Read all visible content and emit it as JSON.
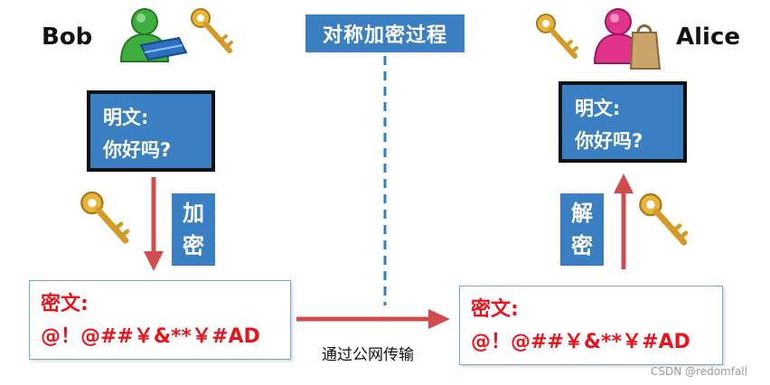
{
  "title": "对称加密过程",
  "bob": {
    "name": "Bob",
    "plaintext_label": "明文:",
    "plaintext_value": "你好吗?",
    "operation_line1": "加",
    "operation_line2": "密",
    "ciphertext_label": "密文:",
    "ciphertext_value": "@！@##￥&**￥#AD"
  },
  "alice": {
    "name": "Alice",
    "plaintext_label": "明文:",
    "plaintext_value": "你好吗?",
    "operation_line1": "解",
    "operation_line2": "密",
    "ciphertext_label": "密文:",
    "ciphertext_value": "@！@##￥&**￥#AD"
  },
  "channel_label": "通过公网传输",
  "watermark": "CSDN @redomfall",
  "colors": {
    "box_blue": "#3a7fc2",
    "arrow_red": "#d24b4b",
    "cipher_red": "#e8141c",
    "divider_blue": "#2d7fc1"
  },
  "icons": [
    "bob-user-icon",
    "alice-user-icon",
    "key-icon"
  ]
}
